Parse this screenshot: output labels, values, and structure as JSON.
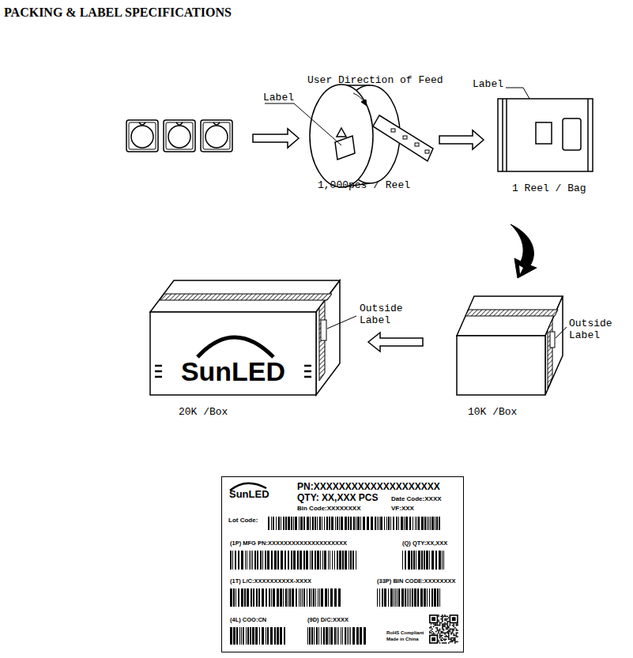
{
  "diagram": {
    "title": "PACKING & LABEL SPECIFICATIONS",
    "nodes": [
      {
        "text": [
          "SunLED"
        ]
      },
      {
        "text": [
          "SunLED",
          "PN:XXXXXXXXXXXXXXXXXXXX",
          "QTY: XX,XXX PCS",
          "Date Code:XXXX",
          "Bin Code:XXXXXXXX",
          "VF:XXX",
          "Lot Code:",
          "(1P) MFG PN:XXXXXXXXXXXXXXXXXXXX",
          "(Q) QTY:XX,XXX",
          "(1T) L/C:XXXXXXXXXX-XXXX",
          "(33P) BIN CODE:XXXXXXXX",
          "(4L) COO:CN",
          "(9D) D/C:XXXX",
          "RoHS Compliant",
          "Made in China"
        ]
      }
    ],
    "labels": [
      "User Direction of Feed",
      "Label",
      "Label",
      "1,000pcs / Reel",
      "1 Reel / Bag",
      "Outside Label",
      "Outside Label",
      "20K /Box",
      "10K /Box"
    ]
  }
}
